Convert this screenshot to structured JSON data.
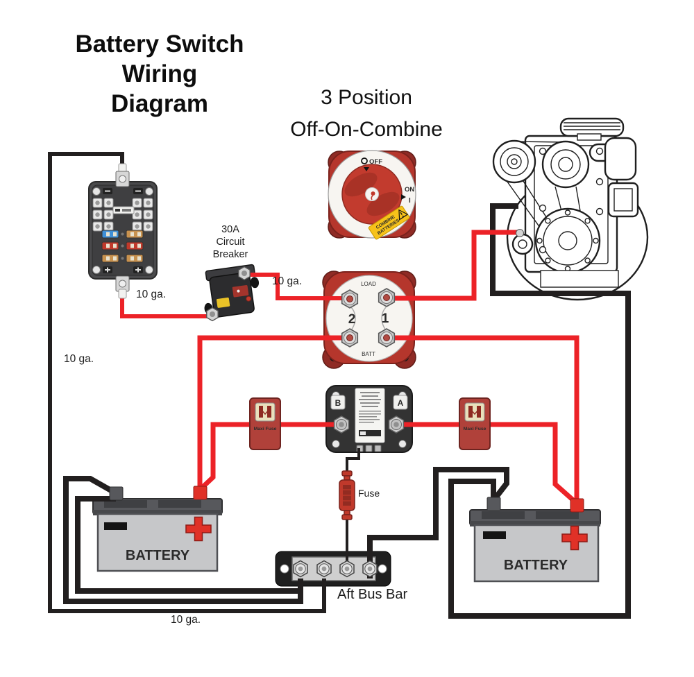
{
  "title": {
    "line1": "Battery Switch",
    "line2": "Wiring",
    "line3": "Diagram"
  },
  "subtitle": {
    "line1": "3 Position",
    "line2": "Off-On-Combine"
  },
  "breaker_label": {
    "line1": "30A",
    "line2": "Circuit",
    "line3": "Breaker"
  },
  "labels": {
    "wire_gauge": "10 ga.",
    "inline_fuse": "Fuse",
    "aft_bus_bar": "Aft Bus Bar",
    "battery": "BATTERY",
    "maxi_fuse": "Maxi Fuse"
  },
  "battery_switch": {
    "off": "OFF",
    "on": "ON",
    "on_position": "I",
    "combine_line1": "COMBINE",
    "combine_line2": "BATTERIES"
  },
  "dual_switch": {
    "load": "LOAD",
    "batt": "BATT",
    "position_1": "1",
    "position_2": "2"
  },
  "acr": {
    "terminal_b": "B",
    "terminal_a": "A"
  },
  "colors": {
    "positive_wire": "#ec2227",
    "negative_wire": "#221f1f",
    "component_red": "#b5362c",
    "component_red_dark": "#8f2b25",
    "battery_gray": "#c6c7c9",
    "battery_cap": "#57585c",
    "acr_dark": "#333333",
    "accent_yellow": "#f6c21a",
    "silver": "#cccccc",
    "face_white": "#f7f5f1"
  }
}
